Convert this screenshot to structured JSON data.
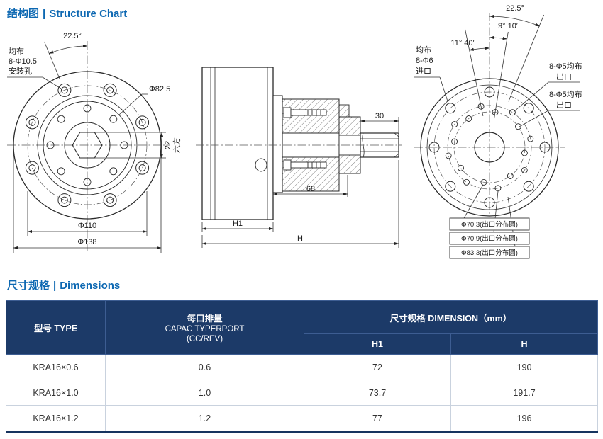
{
  "colors": {
    "accent_blue": "#0d68b2",
    "table_header_bg": "#1c3a68",
    "line": "#2a2a2a"
  },
  "sections": {
    "structure": {
      "zh": "结构图",
      "sep": "|",
      "en": "Structure Chart"
    },
    "dimensions": {
      "zh": "尺寸规格",
      "sep": "|",
      "en": "Dimensions"
    }
  },
  "front_view": {
    "angle_label": "22.5°",
    "mount_l1": "均布",
    "mount_l2": "8-Φ10.5",
    "mount_l3": "安装孔",
    "dia_inner": "Φ82.5",
    "hex_size": "22",
    "hex_word": "六方",
    "dia_bolt_circle": "Φ110",
    "dia_outer": "Φ138"
  },
  "section_view": {
    "dim_30": "30",
    "dim_68": "68",
    "dim_h1": "H1",
    "dim_h": "H"
  },
  "rear_view": {
    "angle_22_5": "22.5°",
    "angle_9_10": "9° 10′",
    "angle_11_40": "11° 40′",
    "inlet_l1": "均布",
    "inlet_l2": "8-Φ6",
    "inlet_l3": "进口",
    "outlet1_l1": "8-Φ5均布",
    "outlet1_l2": "出口",
    "outlet2_l1": "8-Φ5均布",
    "outlet2_l2": "出口",
    "dia_70_3": "Φ70.3(出口分布圆)",
    "dia_70_9": "Φ70.9(出口分布圆)",
    "dia_83_3": "Φ83.3(出口分布圆)"
  },
  "table": {
    "headers": {
      "type": "型号 TYPE",
      "capacity_l1": "每口排量",
      "capacity_l2": "CAPAC TYPERPORT",
      "capacity_l3": "(CC/REV)",
      "dimension": "尺寸规格 DIMENSION（mm）",
      "h1": "H1",
      "h": "H"
    },
    "rows": [
      {
        "type": "KRA16×0.6",
        "capacity": "0.6",
        "h1": "72",
        "h": "190"
      },
      {
        "type": "KRA16×1.0",
        "capacity": "1.0",
        "h1": "73.7",
        "h": "191.7"
      },
      {
        "type": "KRA16×1.2",
        "capacity": "1.2",
        "h1": "77",
        "h": "196"
      }
    ]
  }
}
